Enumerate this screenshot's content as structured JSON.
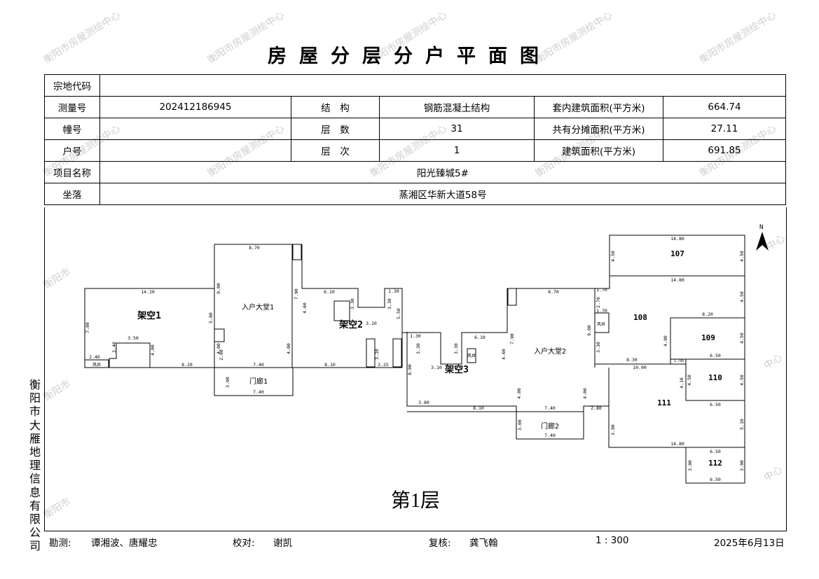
{
  "title": "房屋分层分户平面图",
  "watermark_text": "衡阳市房屋测绘中心",
  "watermark_short": "衡阳市",
  "watermark_tail": "中心",
  "info": {
    "zongdi_label": "宗地代码",
    "zongdi_value": "",
    "survey_label": "测量号",
    "survey_value": "202412186945",
    "structure_label": "结　构",
    "structure_value": "钢筋混凝土结构",
    "inner_area_label": "套内建筑面积(平方米)",
    "inner_area_value": "664.74",
    "building_label": "幢号",
    "building_value": "",
    "floors_label": "层　数",
    "floors_value": "31",
    "shared_area_label": "共有分摊面积(平方米)",
    "shared_area_value": "27.11",
    "unit_label": "户号",
    "unit_value": "",
    "floor_no_label": "层　次",
    "floor_no_value": "1",
    "build_area_label": "建筑面积(平方米)",
    "build_area_value": "691.85",
    "project_label": "项目名称",
    "project_value": "阳光臻城5#",
    "location_label": "坐落",
    "location_value": "蒸湘区华新大道58号"
  },
  "plan": {
    "floor_label": "第1层",
    "north": "N",
    "rooms": {
      "jk1": "架空1",
      "jk2": "架空2",
      "jk3": "架空3",
      "hall1": "入户大堂1",
      "hall2": "入户大堂2",
      "porch1": "门廊1",
      "porch2": "门廊2",
      "r107": "107",
      "r108": "108",
      "r109": "109",
      "r110": "110",
      "r111": "111",
      "r112": "112",
      "well1": "风井",
      "well2": "风井",
      "well3": "风井"
    },
    "dims": {
      "d870a": "8.70",
      "d870b": "8.70",
      "d1420": "14.20",
      "d780a": "7.80",
      "d350": "3.50",
      "d340": "3.40",
      "d240": "2.40",
      "d400a": "4.00",
      "d820a": "8.20",
      "d400b": "4.00",
      "d740a": "7.40",
      "d400c": "4.00",
      "d810a": "8.10",
      "d225": "2.25",
      "d900a": "9.00",
      "d580": "5.80",
      "d790a": "7.90",
      "d460a": "4.60",
      "d610a": "6.10",
      "d330a": "3.30",
      "d310a": "3.10",
      "d330b": "3.30",
      "d550": "5.50",
      "d130a": "1.30",
      "d310b": "3.10",
      "d300a": "3.00",
      "d740b": "7.40",
      "d330c": "3.30",
      "d610b": "6.10",
      "d330d": "3.30",
      "d460b": "4.60",
      "d800": "8.00",
      "d310c": "3.10",
      "d380": "3.80",
      "d810b": "8.10",
      "d790b": "7.90",
      "d900b": "9.00",
      "d400d": "4.00",
      "d740c": "7.40",
      "d400e": "4.00",
      "d280": "2.80",
      "d300b": "3.00",
      "d740d": "7.40",
      "d270": "2.70",
      "d170a": "1.70",
      "d170b": "1.70",
      "d330e": "3.30",
      "d830": "8.30",
      "d1480a": "14.80",
      "d450a": "4.50",
      "d450b": "4.50",
      "d1480b": "14.80",
      "d450c": "4.50",
      "d450d": "4.50",
      "d820b": "8.20",
      "d490": "4.90",
      "d450e": "4.50",
      "d650a": "6.50",
      "d1795": "1.795",
      "d1000": "10.00",
      "d410": "4.10",
      "d450f": "4.50",
      "d450g": "4.50",
      "d650b": "6.50",
      "d510": "5.10",
      "d390a": "3.90",
      "d1480c": "14.80",
      "d650c": "6.50",
      "d390b": "3.90",
      "d390c": "3.90",
      "d650d": "6.50",
      "d130b": "1.30"
    }
  },
  "side_text": "衡阳市大雁地理信息有限公司",
  "footer": {
    "survey_label": "勘测:",
    "survey_names": "谭湘波、唐耀忠",
    "check_label": "校对:",
    "check_name": "谢凯",
    "review_label": "复核:",
    "review_name": "龚飞翰",
    "scale": "1 : 300",
    "date": "2025年6月13日"
  }
}
